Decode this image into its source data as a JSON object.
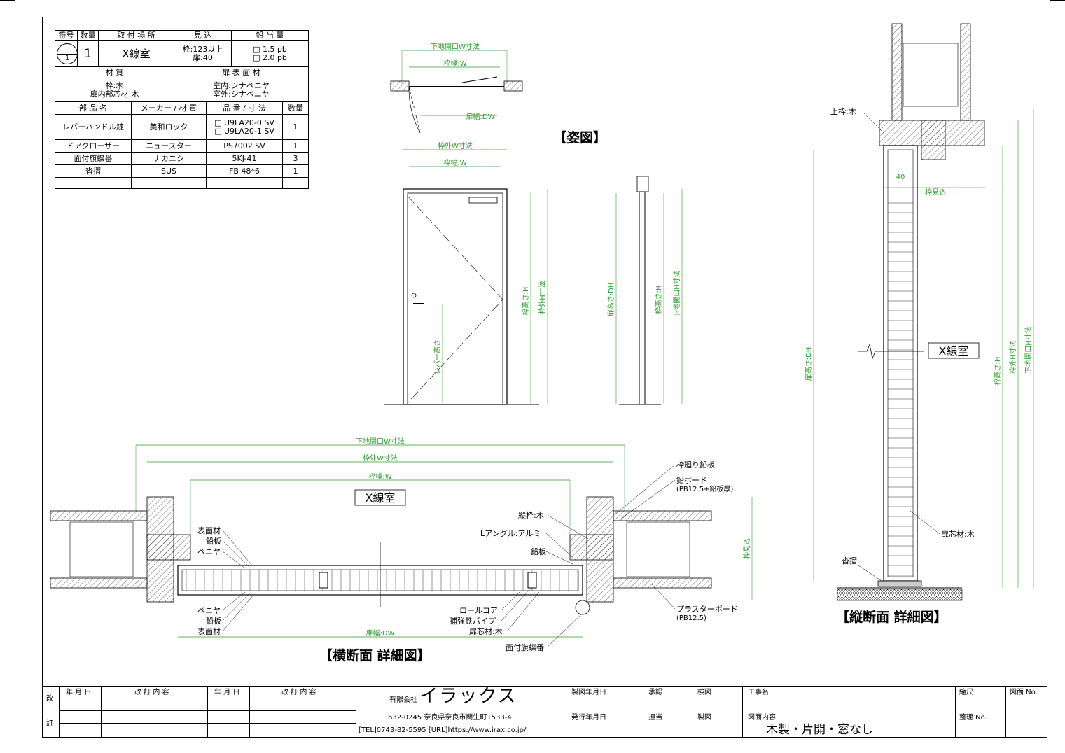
{
  "spec_table": {
    "header": {
      "symbol": "符号",
      "qty": "数量",
      "location": "取 付 場 所",
      "mikomi": "見 込",
      "lead": "鉛 当 量"
    },
    "row1": {
      "symbol_no": "1",
      "qty": "1",
      "location": "X線室",
      "mikomi": "枠:123以上\n扉:40",
      "lead": "□ 1.5 pb\n□ 2.0 pb"
    },
    "material_header": {
      "material": "材 質",
      "surface": "扉 表 面 材"
    },
    "material_row": {
      "material": "枠:木\n扉内部芯材:木",
      "surface": "室内:シナベニヤ\n室外:シナベニヤ"
    },
    "parts_header": {
      "name": "部 品 名",
      "maker": "メーカー / 材 質",
      "part_no": "品 番 / 寸 法",
      "qty": "数量"
    },
    "parts": [
      {
        "name": "レバーハンドル錠",
        "maker": "美和ロック",
        "part_no": "□ U9LA20-0 SV\n□ U9LA20-1 SV",
        "qty": "1"
      },
      {
        "name": "ドアクローザー",
        "maker": "ニュースター",
        "part_no": "PS7002 SV",
        "qty": "1"
      },
      {
        "name": "面付旗蝶番",
        "maker": "ナカニシ",
        "part_no": "5KJ-41",
        "qty": "3"
      },
      {
        "name": "沓摺",
        "maker": "SUS",
        "part_no": "FB 48*6",
        "qty": "1"
      }
    ]
  },
  "titles": {
    "elevation": "【姿図】",
    "horizontal_section": "【横断面 詳細図】",
    "vertical_section": "【縦断面 詳細図】"
  },
  "room_label": "X線室",
  "dimensions": {
    "shitaji_w": "下地開口W寸法",
    "waku_naikei_w": "枠幅:W",
    "tobira_haba": "扉幅:DW",
    "wakugai_w": "枠外W寸法",
    "tobira_takasa": "扉高さ:DH",
    "waku_takasa": "枠高さ:H",
    "wakugai_h": "枠外H寸法",
    "shitaji_h": "下地開口H寸法",
    "lever_takasa": "レバー高さ",
    "waku_mikomi": "枠見込",
    "mikomi_40": "40"
  },
  "callouts": {
    "waku_mawari": "枠廻り鉛板",
    "namari_board": "鉛ボード",
    "namari_board_note": "(PB12.5+鉛板厚)",
    "tate_waku": "縦枠:木",
    "l_angle": "Lアングル:アルミ",
    "namari_ita": "鉛板",
    "hyomen_zai": "表面材",
    "namari": "鉛板",
    "veneer": "ベニヤ",
    "roll_core": "ロールコア",
    "hokyo_pipe": "補強鉄パイプ",
    "tobira_shinzai": "扉芯材:木",
    "hinge": "面付旗蝶番",
    "plaster_board": "プラスターボード",
    "plaster_note": "(PB12.5)",
    "kami_waku": "上枠:木",
    "tobira_shin_v": "扉芯材:木",
    "kutsuzuri": "沓摺"
  },
  "title_block": {
    "kai": "改",
    "tei": "訂",
    "date1": "年 月 日",
    "rev1": "改 訂 内 容",
    "date2": "年 月 日",
    "rev2": "改 訂 内 容",
    "company_prefix": "有限会社",
    "company_name": "イラックス",
    "address": "632-0245 奈良県奈良市藺生町1533-4",
    "contact": "[TEL]0743-82-5595 [URL]https://www.irax.co.jp/",
    "made_date": "製図年月日",
    "approve": "承認",
    "check": "検図",
    "project": "工事名",
    "scale": "縮尺",
    "drawing_no": "図面 No.",
    "issue_date": "発行年月日",
    "charge": "担当",
    "drafting": "製図",
    "content": "図面内容",
    "content_value": "木製・片開・窓なし",
    "seiri_no": "整理 No."
  }
}
